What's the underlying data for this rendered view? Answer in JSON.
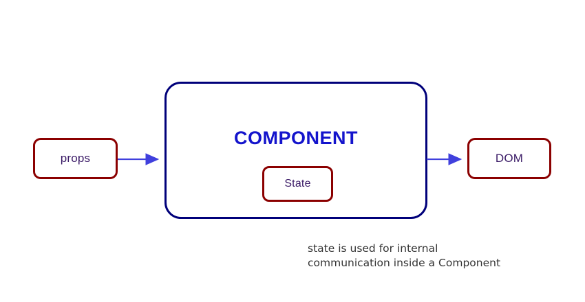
{
  "diagram": {
    "title_text": "COMPONENT",
    "background_color": "#ffffff",
    "nodes": {
      "props": {
        "label": "props",
        "border_color": "#8b0000",
        "text_color": "#3a1a66"
      },
      "component": {
        "label": "COMPONENT",
        "border_color": "#00007a",
        "text_color": "#1414cc"
      },
      "state": {
        "label": "State",
        "border_color": "#8b0000",
        "text_color": "#3a1a66"
      },
      "dom": {
        "label": "DOM",
        "border_color": "#8b0000",
        "text_color": "#3a1a66"
      }
    },
    "arrows": [
      {
        "name": "props-to-component",
        "from": "props",
        "to": "component",
        "color": "#4040dd",
        "label": ""
      },
      {
        "name": "component-to-dom",
        "from": "component",
        "to": "dom",
        "color": "#4040dd",
        "label": ""
      }
    ],
    "caption": {
      "line1": "state is used for internal",
      "line2": "communication inside a Component",
      "text": "state is used for internal\ncommunication inside a Component",
      "color": "#333333"
    }
  }
}
